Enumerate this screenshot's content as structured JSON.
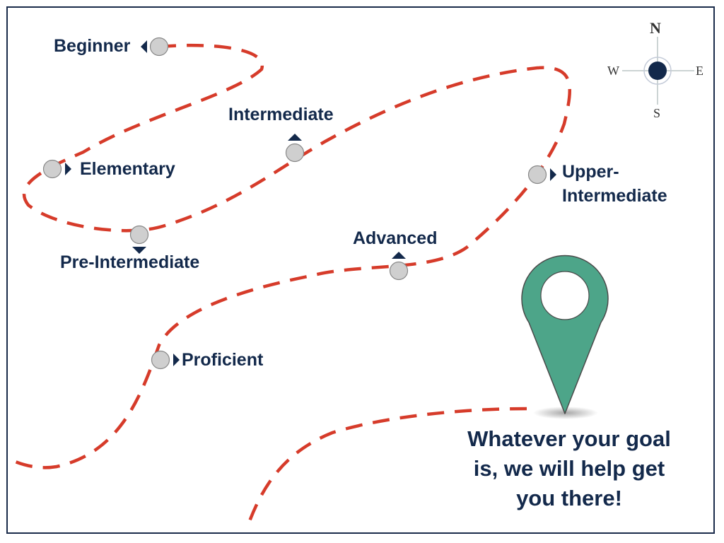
{
  "levels": [
    {
      "name": "Beginner"
    },
    {
      "name": "Elementary"
    },
    {
      "name": "Pre-Intermediate"
    },
    {
      "name": "Intermediate"
    },
    {
      "name": "Upper-Intermediate",
      "line1": "Upper-",
      "line2": "Intermediate"
    },
    {
      "name": "Advanced"
    },
    {
      "name": "Proficient"
    }
  ],
  "compass": {
    "n": "N",
    "s": "S",
    "e": "E",
    "w": "W"
  },
  "goal_text": "Whatever your goal is, we will help get you there!",
  "colors": {
    "path": "#d63b2a",
    "text": "#13294b",
    "pin": "#4da589",
    "node": "#cfcfcf",
    "border": "#1a2b4a"
  }
}
